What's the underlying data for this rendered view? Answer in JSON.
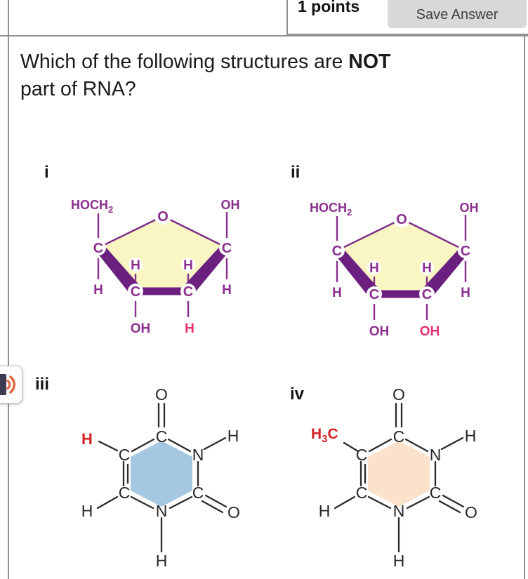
{
  "header": {
    "points": "1 points",
    "save_button": "Save Answer"
  },
  "question": {
    "prefix": "Which of the following structures are ",
    "bold_word": "NOT",
    "line2": "part of RNA?"
  },
  "icons": {
    "audio": "speaker-with-sound-waves"
  },
  "colors": {
    "purple_text": "#8b2f8f",
    "purple_ring": "#7c2c87",
    "purple_wedge": "#6b2080",
    "sugar_fill_yellow": "#faf6c3",
    "pink": "#e13270",
    "red": "#d42127",
    "uracil_fill_blue": "#a5c8e0",
    "thymine_fill_peach": "#fbe3cb",
    "bond_black": "#2b2b2b",
    "button_bg": "#d8d8d8",
    "border_gray": "#919191"
  },
  "structures": {
    "i": {
      "label": "i",
      "hoch2_main": "HOCH",
      "hoch2_sub": "2",
      "ring_o": "O",
      "oh_top_right": "OH",
      "c_left": "C",
      "c_right": "C",
      "c_bottom_left": "C",
      "c_bottom_right": "C",
      "h_outer_left": "H",
      "h_outer_right": "H",
      "h_inner_left": "H",
      "h_inner_right": "H",
      "sub_bottom_left": "OH",
      "sub_bottom_right": "H"
    },
    "ii": {
      "label": "ii",
      "hoch2_main": "HOCH",
      "hoch2_sub": "2",
      "ring_o": "O",
      "oh_top_right": "OH",
      "c_left": "C",
      "c_right": "C",
      "c_bottom_left": "C",
      "c_bottom_right": "C",
      "h_outer_left": "H",
      "h_outer_right": "H",
      "h_inner_left": "H",
      "h_inner_right": "H",
      "sub_bottom_left": "OH",
      "sub_bottom_right": "OH"
    },
    "iii": {
      "label": "iii",
      "o_top": "O",
      "c_top": "C",
      "n_top_right": "N",
      "c_bottom_right": "C",
      "n_bottom": "N",
      "c_bottom_left": "C",
      "c_top_left": "C",
      "substituent_left": "H",
      "h_top_right": "H",
      "h_bottom_left": "H",
      "h_bottom": "H",
      "o_bottom_right": "O"
    },
    "iv": {
      "label": "iv",
      "o_top": "O",
      "c_top": "C",
      "n_top_right": "N",
      "c_bottom_right": "C",
      "n_bottom": "N",
      "c_bottom_left": "C",
      "c_top_left": "C",
      "substituent_main": "H",
      "substituent_sub": "3",
      "substituent_tail": "C",
      "h_top_right": "H",
      "h_bottom_left": "H",
      "h_bottom": "H",
      "o_bottom_right": "O"
    }
  }
}
